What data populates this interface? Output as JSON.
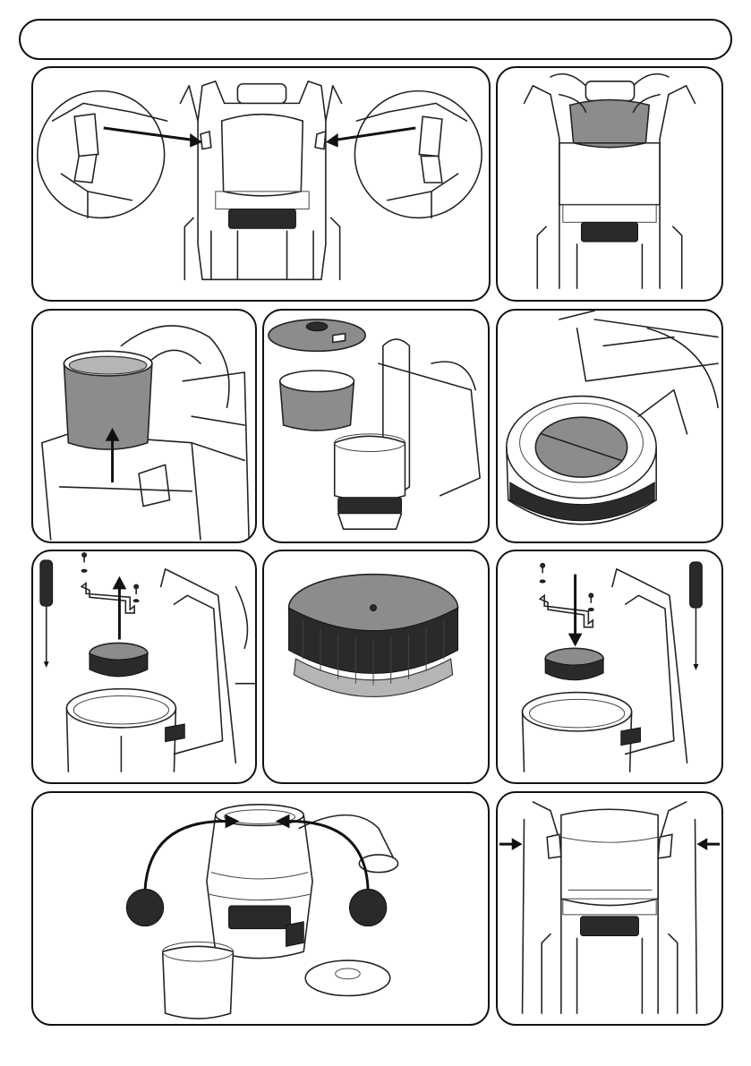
{
  "header": {
    "title": ""
  },
  "panels": [
    {
      "id": "step-1"
    },
    {
      "id": "step-2"
    },
    {
      "id": "step-3"
    },
    {
      "id": "step-4"
    },
    {
      "id": "step-5"
    },
    {
      "id": "step-6"
    },
    {
      "id": "step-7"
    },
    {
      "id": "step-8"
    },
    {
      "id": "step-9"
    },
    {
      "id": "step-10"
    }
  ],
  "icons": [
    "latch-icon",
    "screwdriver-icon",
    "screw-icon",
    "arrow-icon",
    "filter-icon",
    "dust-bag-icon",
    "lid-icon"
  ],
  "colors": {
    "outline": "#111111",
    "part_fill": "#8c8c8c",
    "marker": "#111111"
  }
}
